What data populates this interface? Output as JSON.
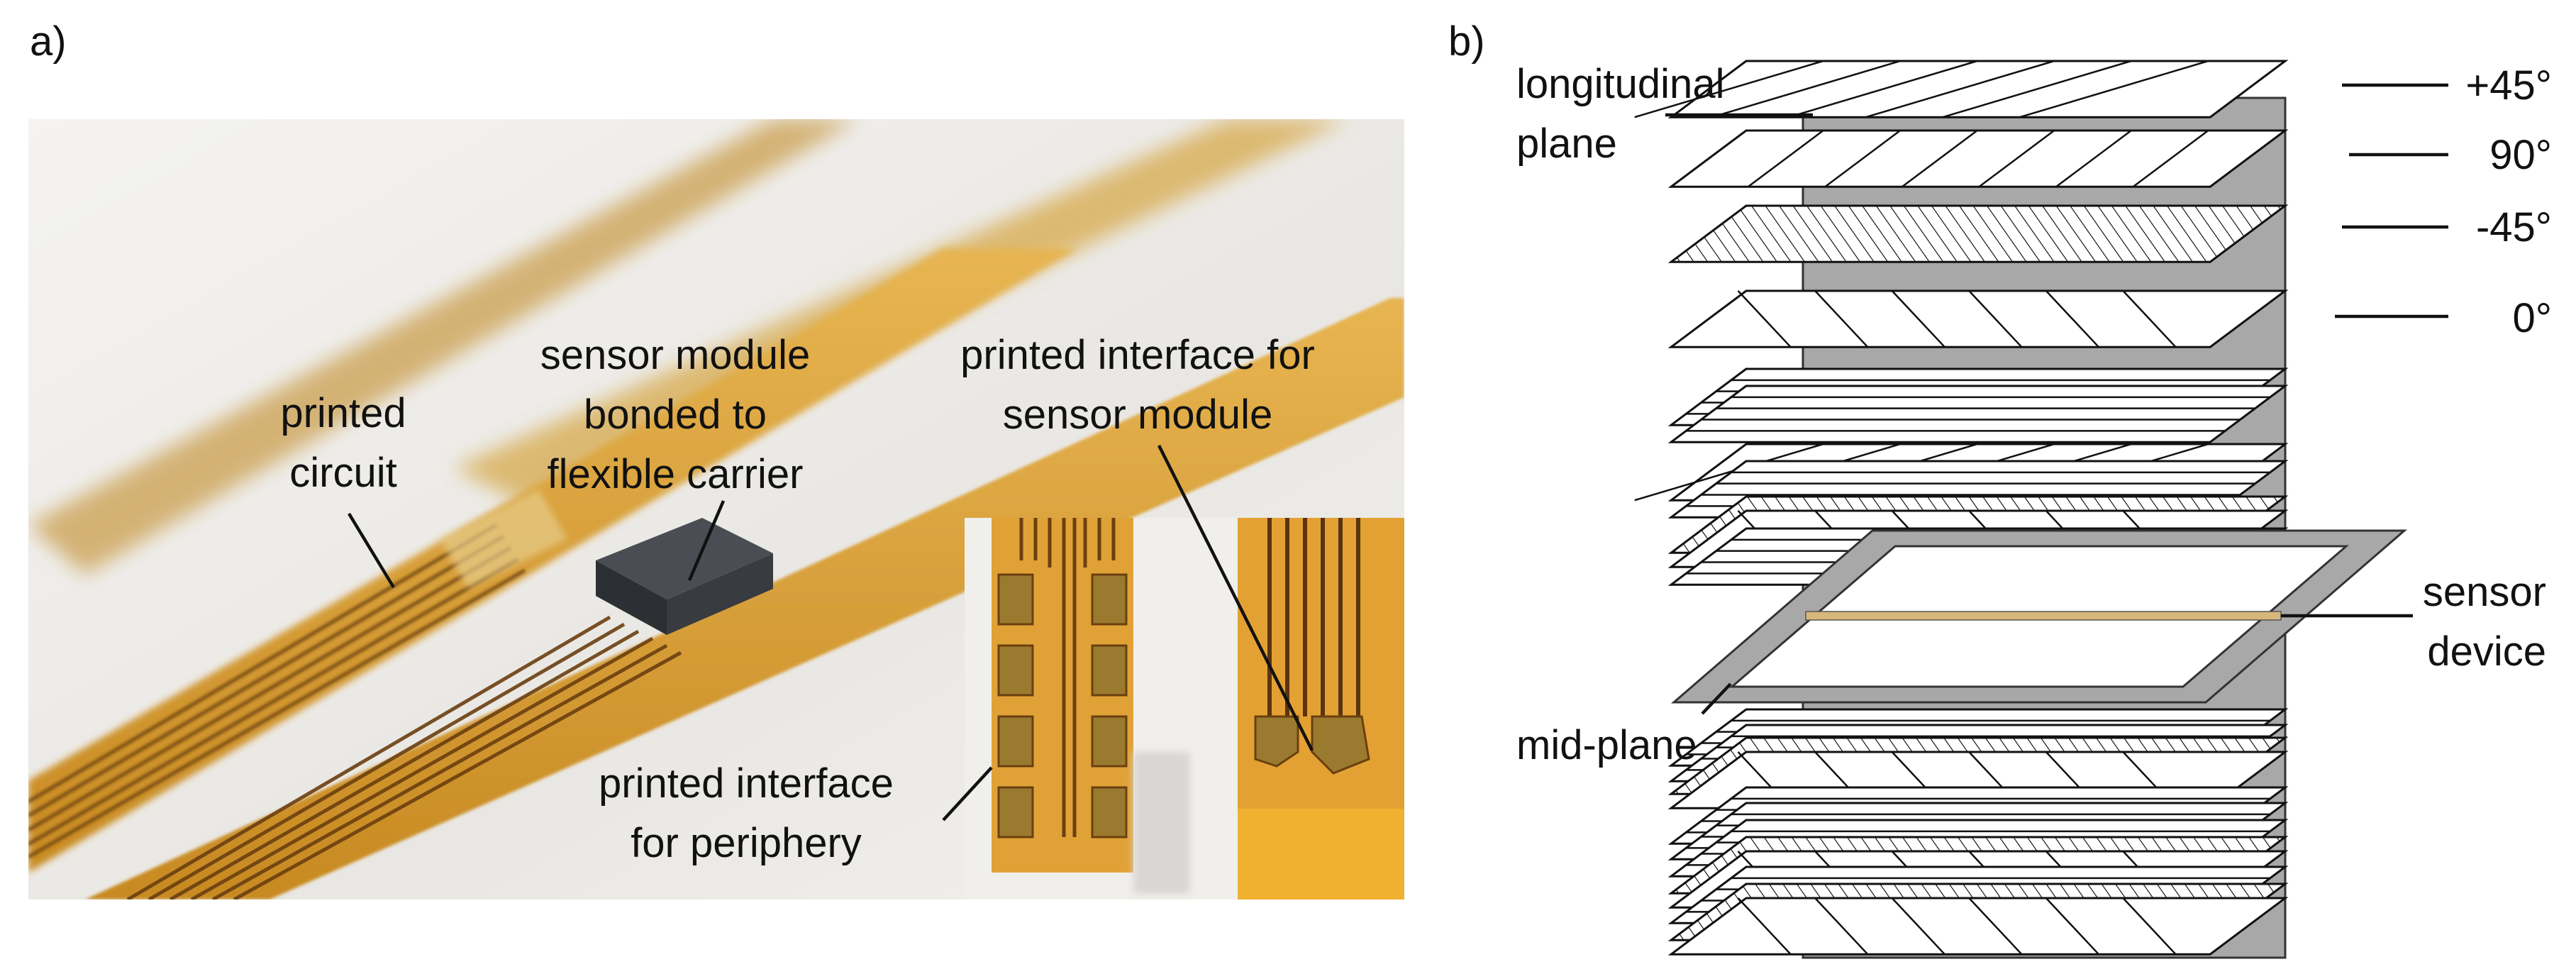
{
  "panel_a": {
    "label": "a)",
    "annotations": {
      "printed_circuit": [
        "printed",
        "circuit"
      ],
      "sensor_module": [
        "sensor module",
        "bonded to",
        "flexible carrier"
      ],
      "interface_sensor": [
        "printed interface for",
        "sensor module"
      ],
      "interface_periphery": [
        "printed interface",
        "for periphery"
      ]
    }
  },
  "panel_b": {
    "label": "b)",
    "labels": {
      "longitudinal": [
        "longitudinal",
        "plane"
      ],
      "mid_plane": "mid-plane",
      "sensor_device": [
        "sensor",
        "device"
      ],
      "angle_p45": "+45°",
      "angle_90": "90°",
      "angle_m45": "-45°",
      "angle_0": "0°"
    }
  },
  "colors": {
    "polyimide": "#d9a23a",
    "polyimide_dark": "#b87a16",
    "trace": "#6b3f10",
    "chip": "#3a3d42",
    "core_gray": "#a8a8a8",
    "sensor_strip": "#d8b77a",
    "background_photo": "#eceae6"
  }
}
